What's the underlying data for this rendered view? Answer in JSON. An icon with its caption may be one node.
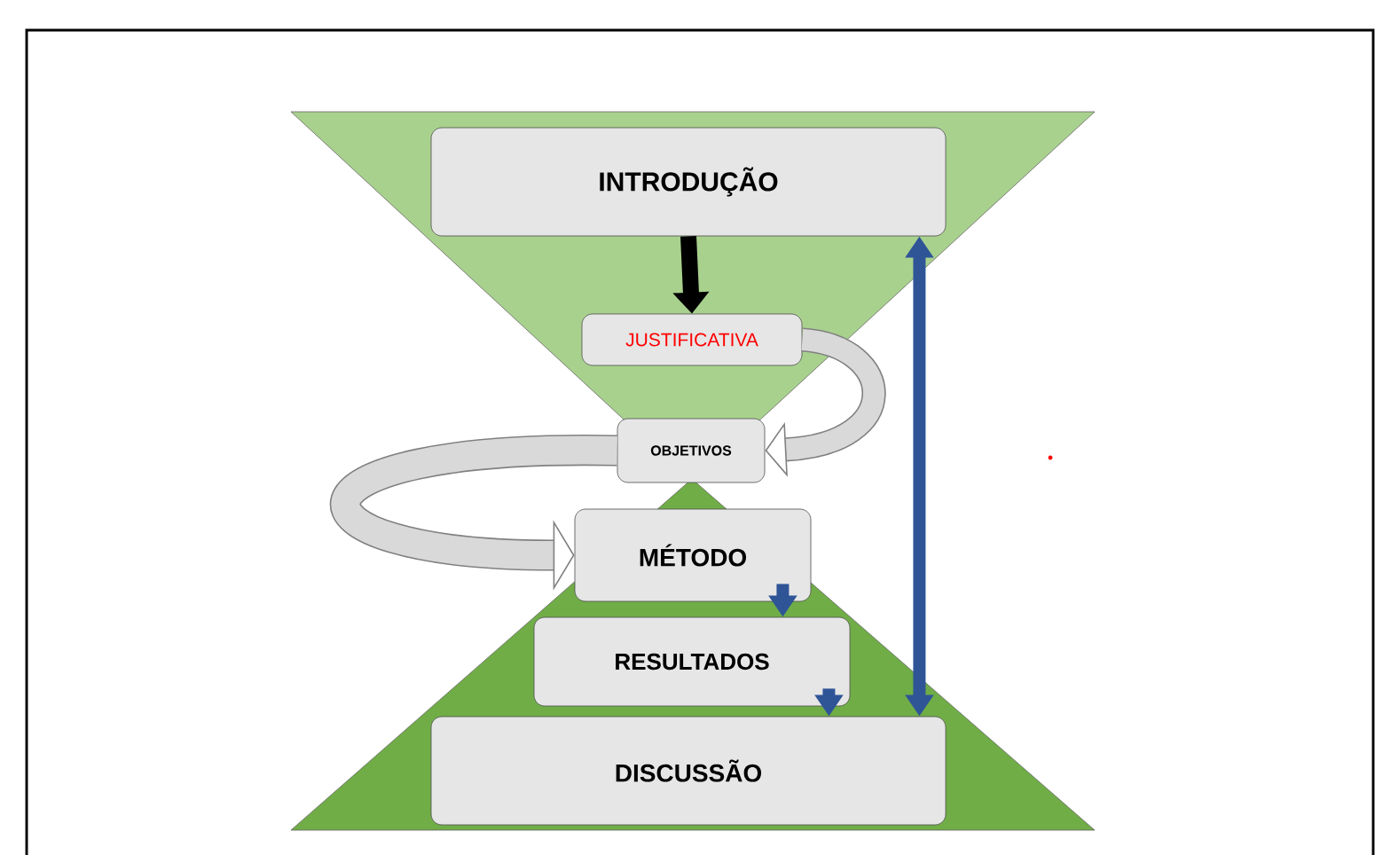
{
  "diagram": {
    "nodes": [
      {
        "text": [
          "INTRODUÇÃO"
        ]
      },
      {
        "text": [
          "JUSTIFICATIVA"
        ]
      },
      {
        "text": [
          "OBJETIVOS"
        ]
      },
      {
        "text": [
          "MÉTODO"
        ]
      },
      {
        "text": [
          "RESULTADOS"
        ]
      },
      {
        "text": [
          "DISCUSSÃO"
        ]
      }
    ],
    "edges": [
      {
        "from": 0,
        "to": 1,
        "arrow": "to",
        "color": "#000000"
      },
      {
        "from": 1,
        "to": 2,
        "arrow": "to",
        "style": "thick",
        "color": "#808080"
      },
      {
        "from": 2,
        "to": 3,
        "arrow": "to",
        "style": "thick",
        "color": "#808080"
      },
      {
        "from": 3,
        "to": 4,
        "arrow": "to",
        "color": "#2f5597"
      },
      {
        "from": 4,
        "to": 5,
        "arrow": "to",
        "color": "#2f5597"
      },
      {
        "from": 0,
        "to": 5,
        "arrow": "both",
        "color": "#2f5597"
      }
    ]
  }
}
